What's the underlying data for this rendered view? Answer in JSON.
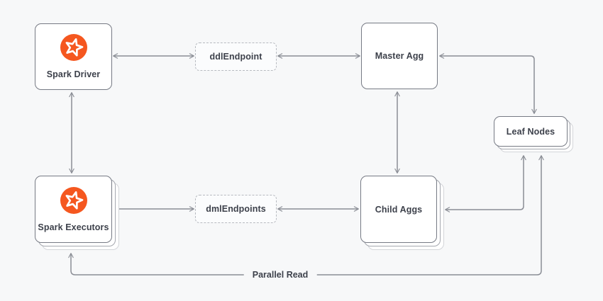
{
  "diagram": {
    "nodes": {
      "spark_driver": {
        "label": "Spark Driver",
        "icon": "spark-star-icon"
      },
      "ddl_endpoint": {
        "label": "ddlEndpoint"
      },
      "master_agg": {
        "label": "Master Agg"
      },
      "leaf_nodes": {
        "label": "Leaf Nodes"
      },
      "spark_executors": {
        "label": "Spark Executors",
        "icon": "spark-star-icon"
      },
      "dml_endpoints": {
        "label": "dmlEndpoints"
      },
      "child_aggs": {
        "label": "Child Aggs"
      }
    },
    "edge_labels": {
      "parallel_read": "Parallel Read"
    },
    "colors": {
      "background": "#f7f8f9",
      "node_fill": "#ffffff",
      "node_border": "#767a84",
      "arrow": "#8a8d95",
      "text": "#3d414b",
      "accent_orange": "#f5571f"
    }
  }
}
